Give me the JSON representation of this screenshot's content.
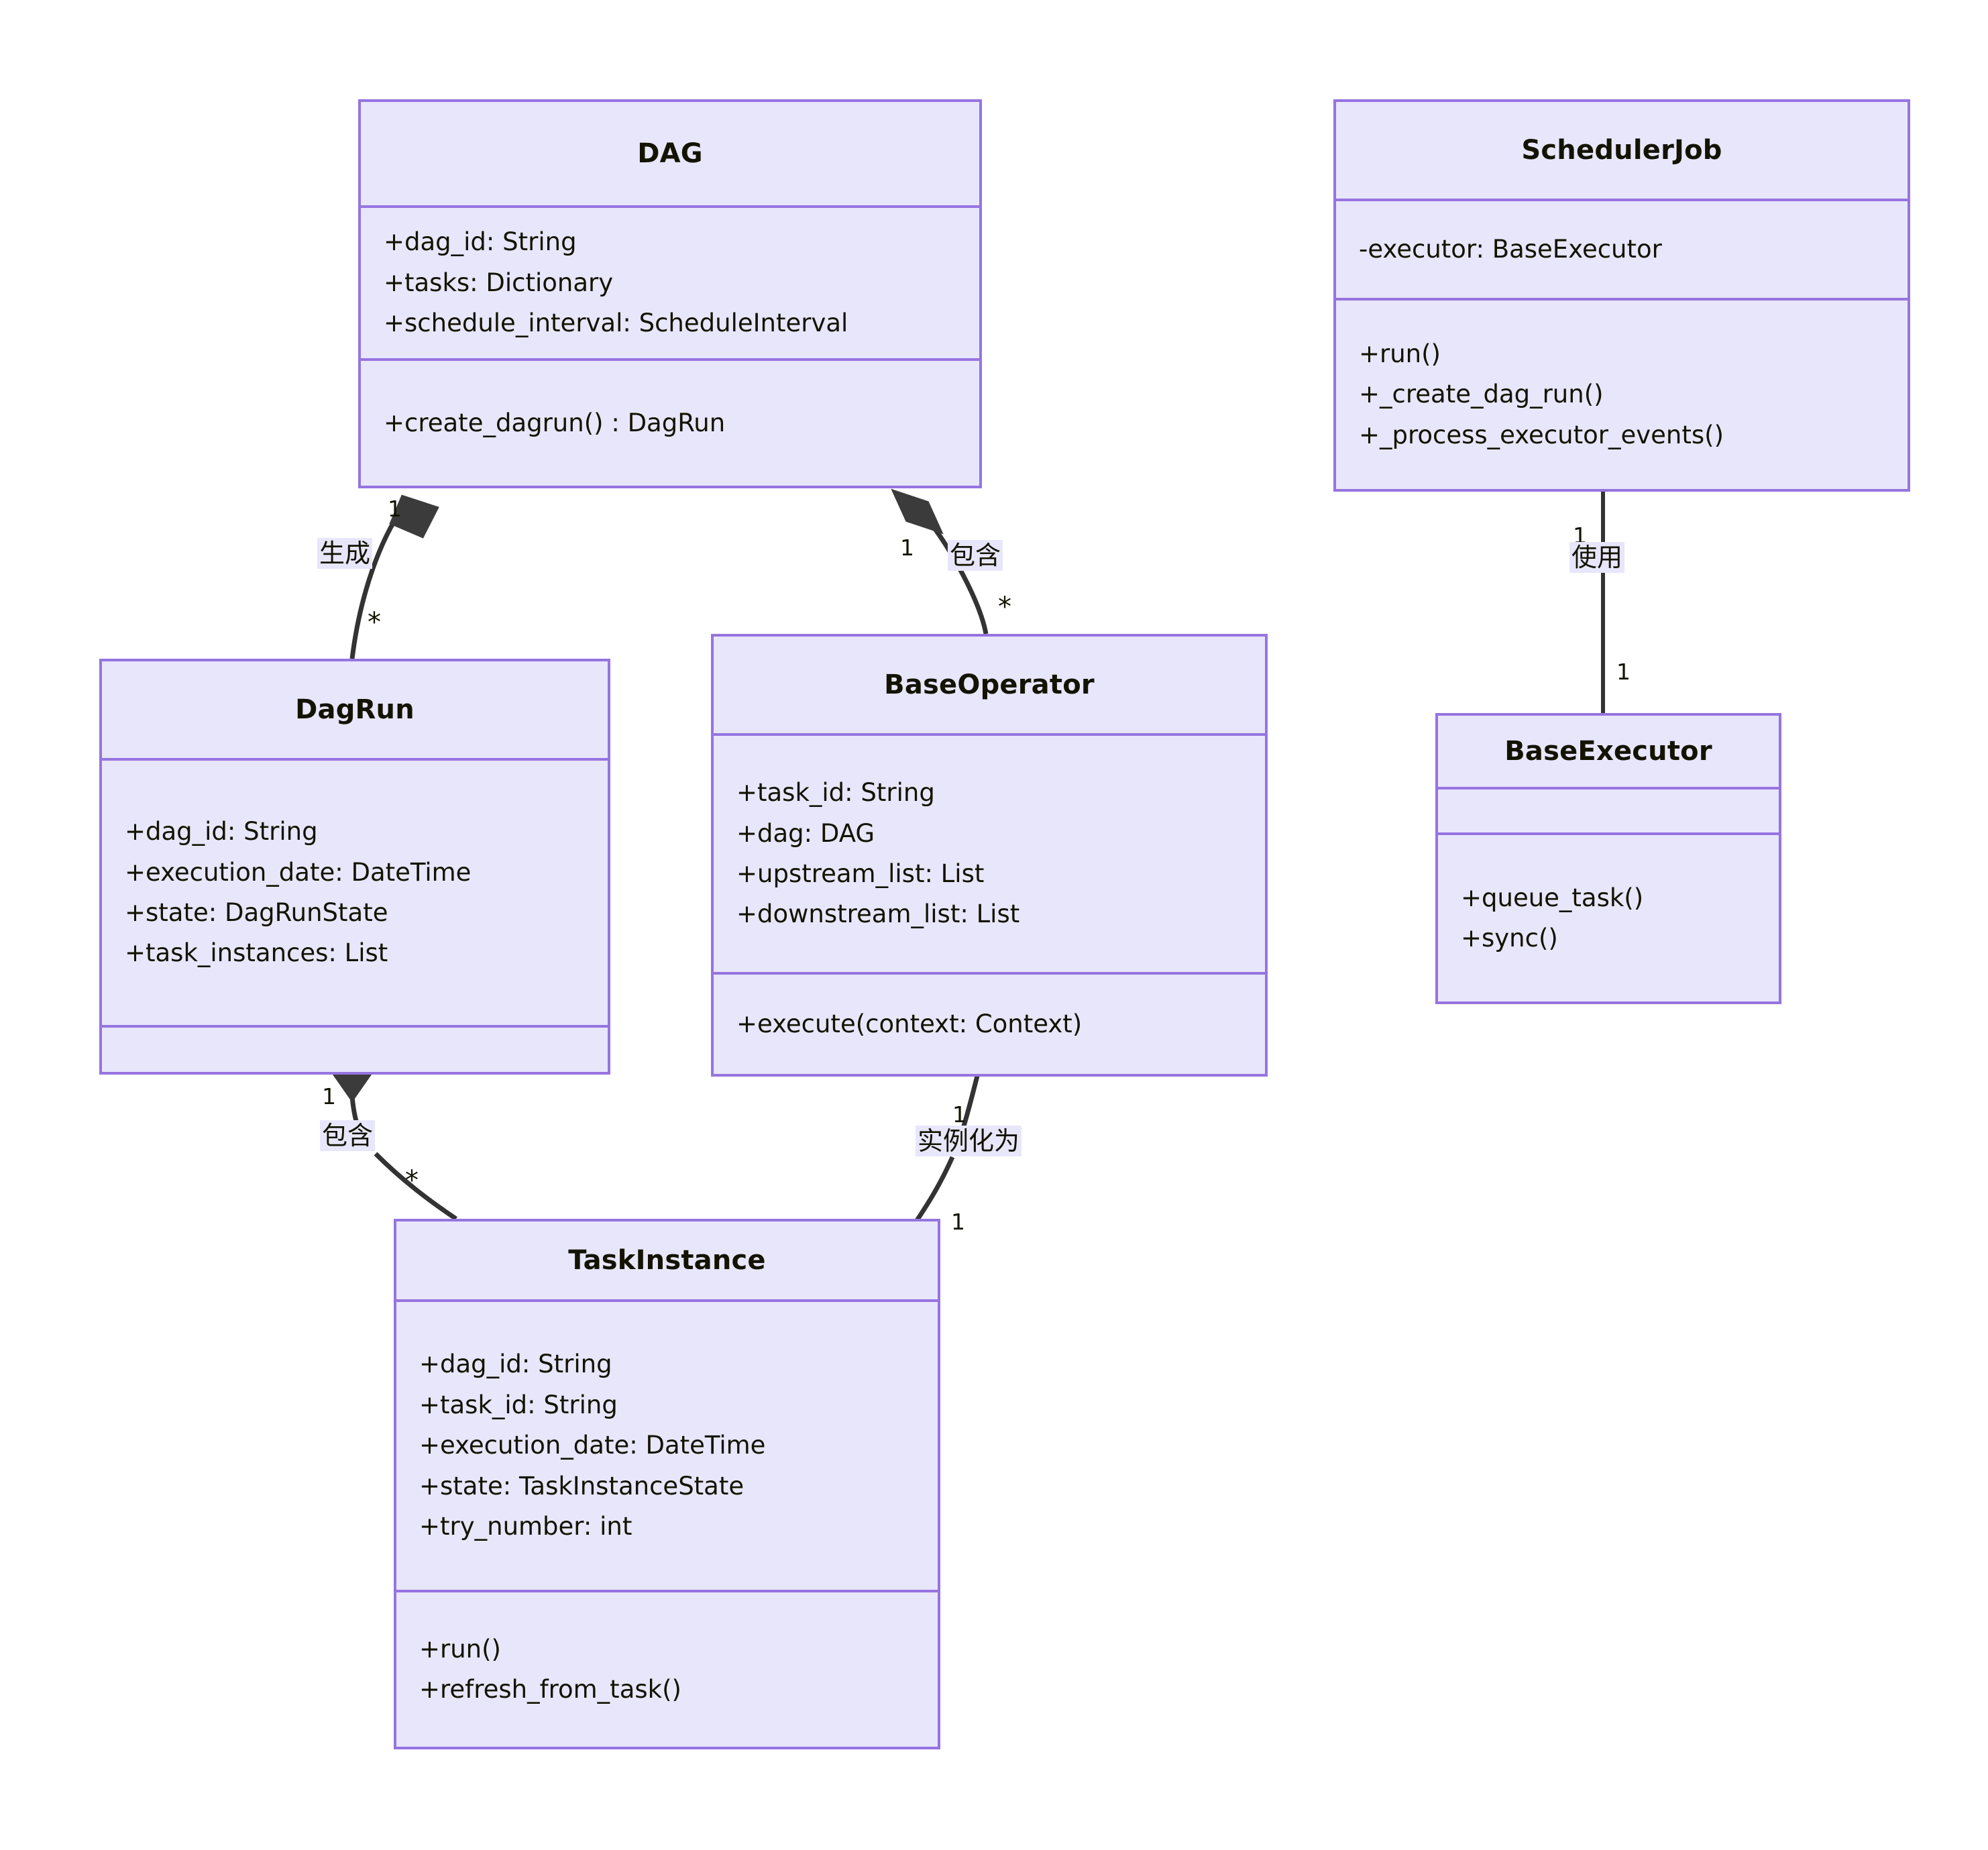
{
  "diagram": {
    "type": "uml-class-diagram",
    "title": "",
    "colors": {
      "class_fill": "#e8e6fb",
      "class_border": "#9674e0",
      "edge_stroke": "#333333",
      "text": "#131300",
      "background": "#ffffff"
    }
  },
  "classes": [
    {
      "id": "dag",
      "name": "DAG",
      "attributes": [
        "+dag_id: String",
        "+tasks: Dictionary",
        "+schedule_interval: ScheduleInterval"
      ],
      "methods": [
        "+create_dagrun() : DagRun"
      ]
    },
    {
      "id": "schedulerjob",
      "name": "SchedulerJob",
      "attributes": [
        "-executor: BaseExecutor"
      ],
      "methods": [
        "+run()",
        "+_create_dag_run()",
        "+_process_executor_events()"
      ]
    },
    {
      "id": "dagrun",
      "name": "DagRun",
      "attributes": [
        "+dag_id: String",
        "+execution_date: DateTime",
        "+state: DagRunState",
        "+task_instances: List"
      ],
      "methods": []
    },
    {
      "id": "baseoperator",
      "name": "BaseOperator",
      "attributes": [
        "+task_id: String",
        "+dag: DAG",
        "+upstream_list: List",
        "+downstream_list: List"
      ],
      "methods": [
        "+execute(context: Context)"
      ]
    },
    {
      "id": "baseexecutor",
      "name": "BaseExecutor",
      "attributes": [],
      "methods": [
        "+queue_task()",
        "+sync()"
      ]
    },
    {
      "id": "taskinstance",
      "name": "TaskInstance",
      "attributes": [
        "+dag_id: String",
        "+task_id: String",
        "+execution_date: DateTime",
        "+state: TaskInstanceState",
        "+try_number: int"
      ],
      "methods": [
        "+run()",
        "+refresh_from_task()"
      ]
    }
  ],
  "relationships": [
    {
      "id": "dag-dagrun",
      "from": "DAG",
      "to": "DagRun",
      "label": "生成",
      "from_multiplicity": "1",
      "to_multiplicity": "*",
      "kind": "composition"
    },
    {
      "id": "dag-baseoperator",
      "from": "DAG",
      "to": "BaseOperator",
      "label": "包含",
      "from_multiplicity": "1",
      "to_multiplicity": "*",
      "kind": "composition"
    },
    {
      "id": "schedulerjob-baseexecutor",
      "from": "SchedulerJob",
      "to": "BaseExecutor",
      "label": "使用",
      "from_multiplicity": "1",
      "to_multiplicity": "1",
      "kind": "association"
    },
    {
      "id": "dagrun-taskinstance",
      "from": "DagRun",
      "to": "TaskInstance",
      "label": "包含",
      "from_multiplicity": "1",
      "to_multiplicity": "*",
      "kind": "composition"
    },
    {
      "id": "baseoperator-taskinstance",
      "from": "BaseOperator",
      "to": "TaskInstance",
      "label": "实例化为",
      "from_multiplicity": "1",
      "to_multiplicity": "1",
      "kind": "association"
    }
  ]
}
